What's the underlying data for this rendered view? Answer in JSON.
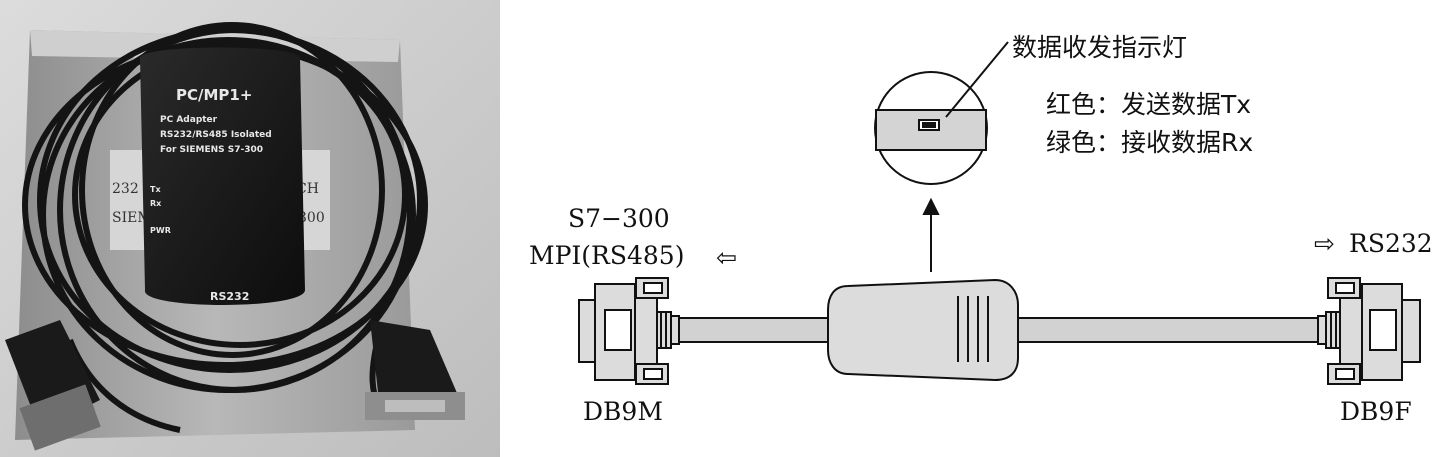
{
  "photo": {
    "device_title": "PC/MP1+",
    "device_lines": [
      "PC Adapter",
      "RS232/RS485 Isolated",
      "For SIEMENS S7-300"
    ],
    "led_tx": "Tx",
    "led_rx": "Rx",
    "led_pwr": "PWR",
    "port_label": "RS232",
    "box_left_text_1": "232",
    "box_left_text_2": "SIEM",
    "box_right_text_1": "CH",
    "box_right_text_2": "300"
  },
  "diagram": {
    "indicator_title": "数据收发指示灯",
    "red_line": "红色：发送数据Tx",
    "green_line": "绿色：接收数据Rx",
    "left_label_1": "S7−300",
    "left_label_2": "MPI(RS485)",
    "left_arrow": "⇦",
    "right_arrow": "⇨",
    "right_label": "RS232",
    "left_connector": "DB9M",
    "right_connector": "DB9F"
  }
}
